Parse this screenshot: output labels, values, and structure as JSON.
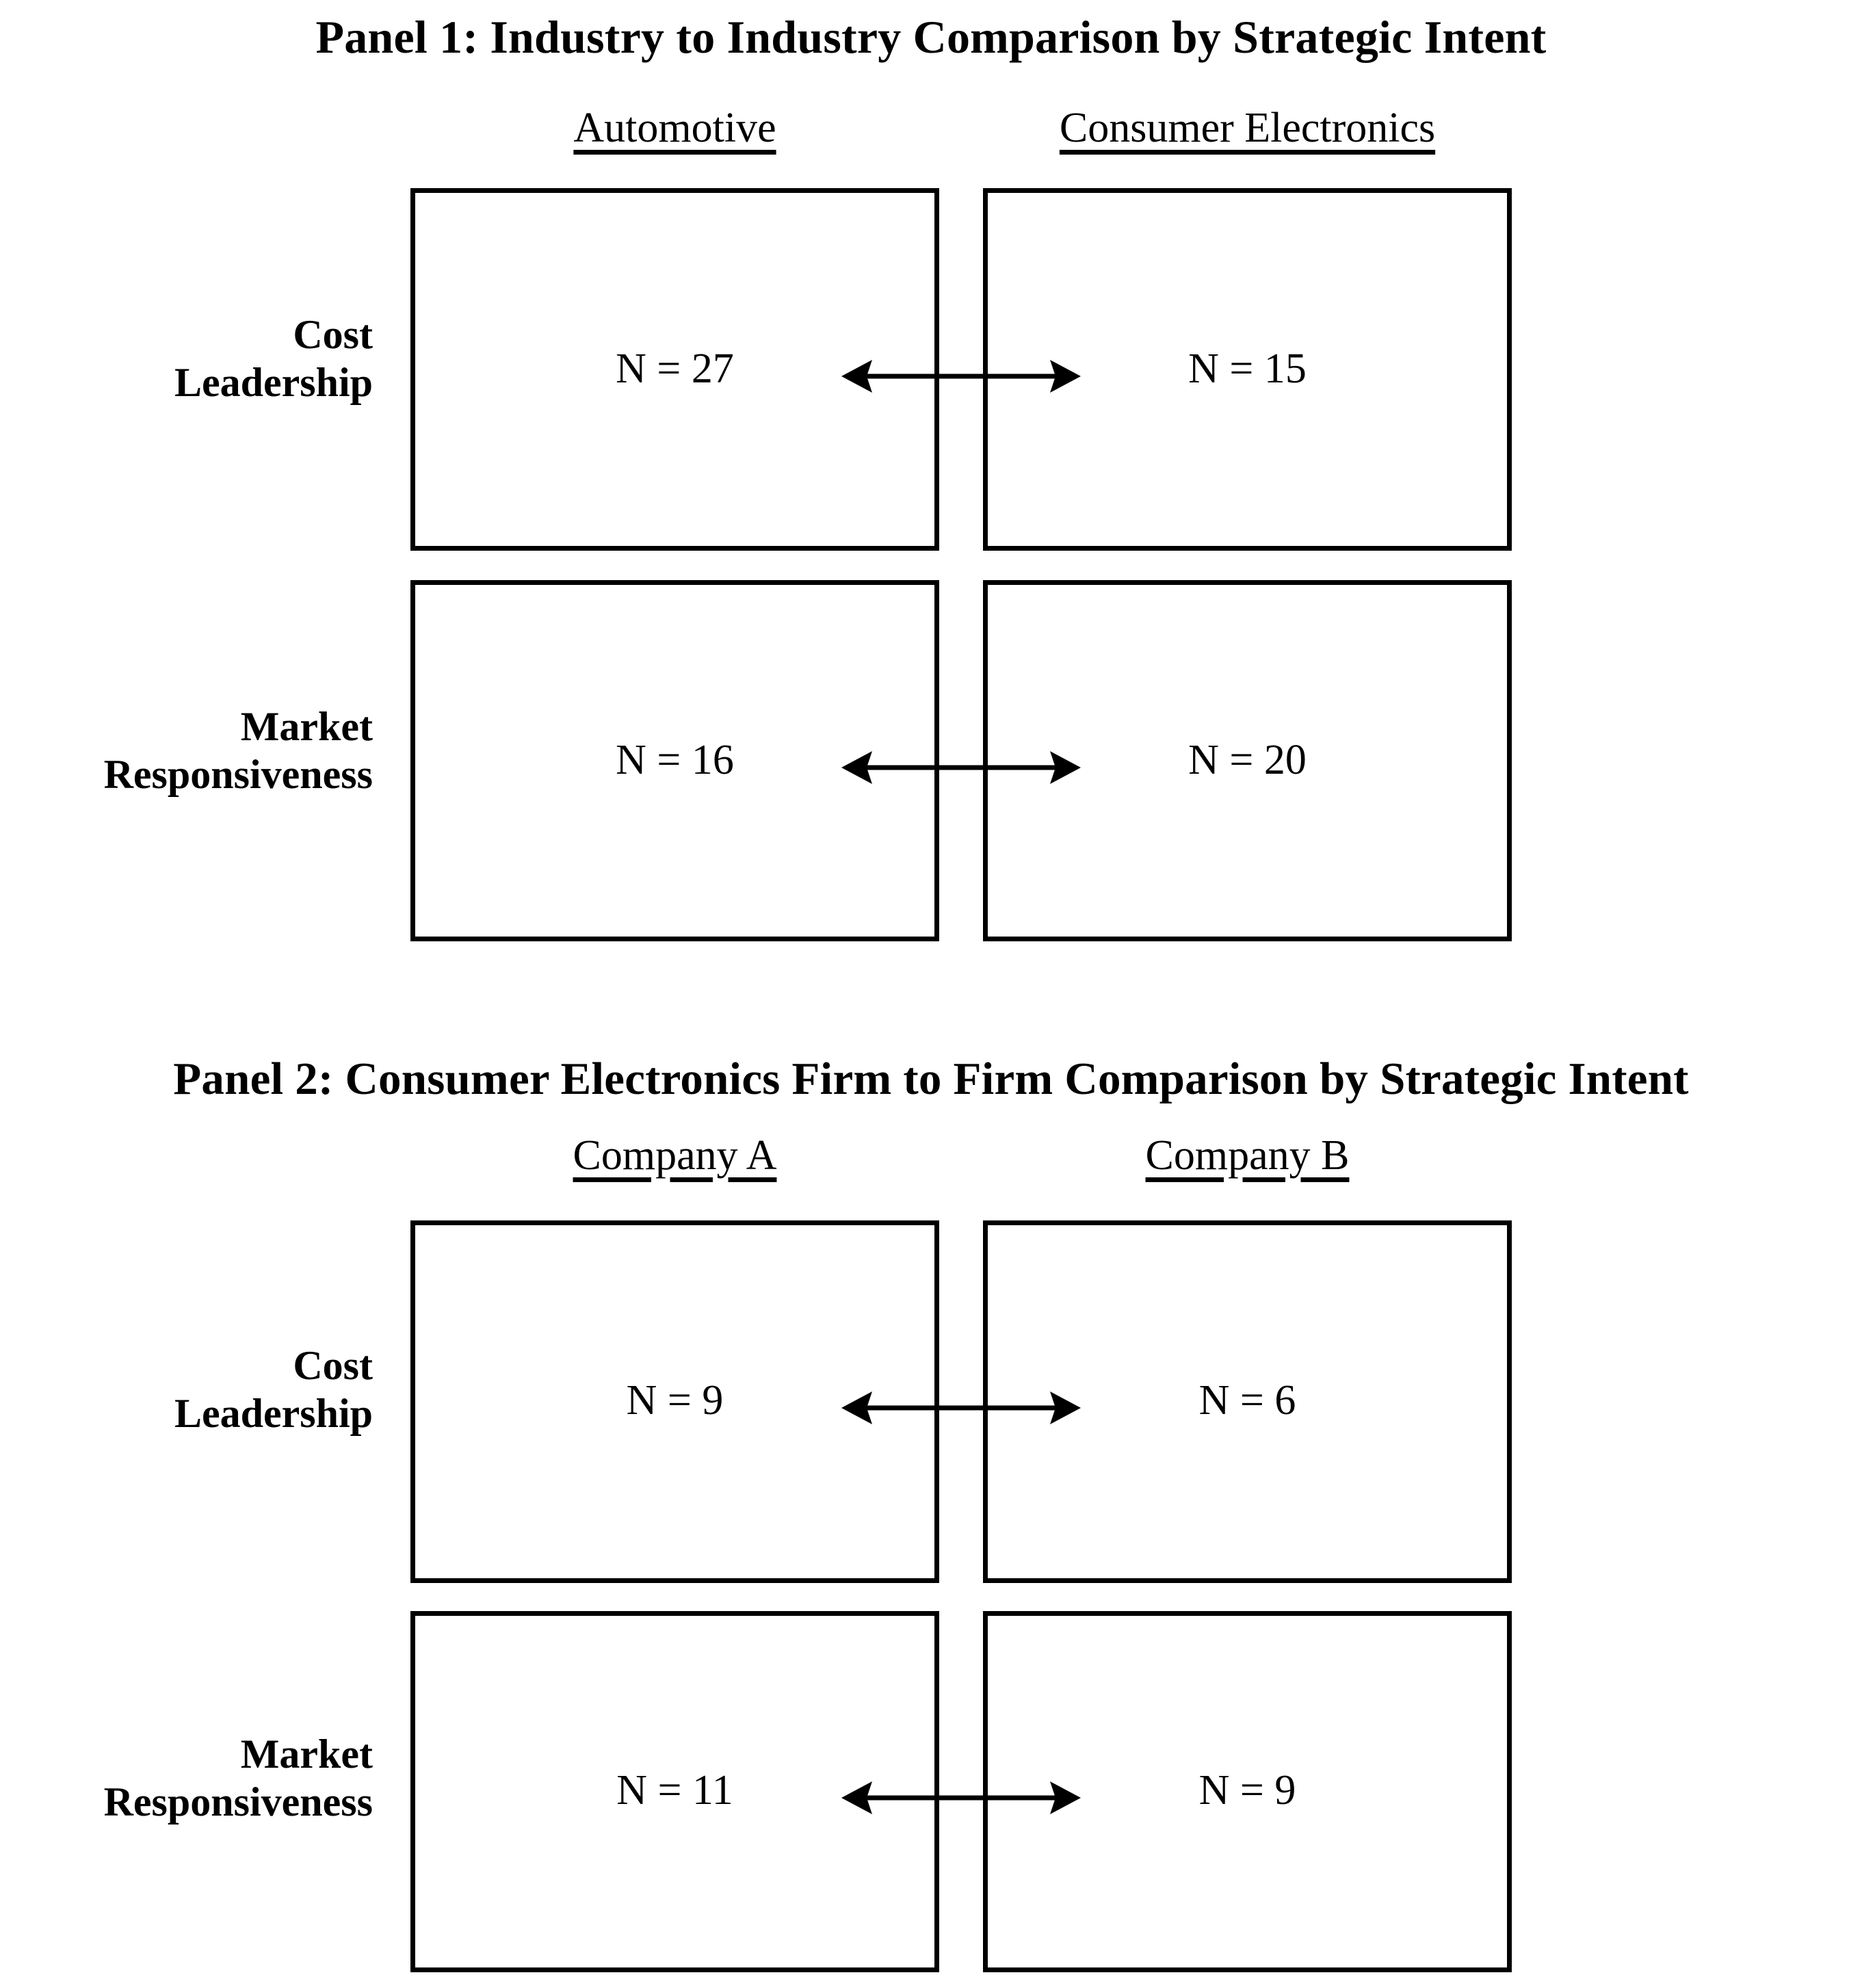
{
  "figure": {
    "type": "matrix-comparison-diagram",
    "background_color": "#ffffff",
    "line_color": "#000000"
  },
  "panels": [
    {
      "id": "panel-1",
      "title": "Panel 1: Industry to Industry Comparison by Strategic Intent",
      "columns": [
        {
          "label": "Automotive"
        },
        {
          "label": "Consumer Electronics"
        }
      ],
      "rows": [
        {
          "label_line1": "Cost",
          "label_line2": "Leadership",
          "cells": [
            {
              "value": "N = 27"
            },
            {
              "value": "N = 15"
            }
          ],
          "connector": "double-headed-arrow"
        },
        {
          "label_line1": "Market",
          "label_line2": "Responsiveness",
          "cells": [
            {
              "value": "N = 16"
            },
            {
              "value": "N = 20"
            }
          ],
          "connector": "double-headed-arrow"
        }
      ]
    },
    {
      "id": "panel-2",
      "title": "Panel 2: Consumer Electronics Firm to Firm Comparison by Strategic Intent",
      "columns": [
        {
          "label": "Company A"
        },
        {
          "label": "Company B"
        }
      ],
      "rows": [
        {
          "label_line1": "Cost",
          "label_line2": "Leadership",
          "cells": [
            {
              "value": "N = 9"
            },
            {
              "value": "N = 6"
            }
          ],
          "connector": "double-headed-arrow"
        },
        {
          "label_line1": "Market",
          "label_line2": "Responsiveness",
          "cells": [
            {
              "value": "N = 11"
            },
            {
              "value": "N = 9"
            }
          ],
          "connector": "double-headed-arrow"
        }
      ]
    }
  ],
  "chart_data": {
    "type": "table",
    "title": "Industry and Firm Comparison by Strategic Intent",
    "panels": [
      {
        "title": "Panel 1: Industry to Industry Comparison by Strategic Intent",
        "columns": [
          "Automotive",
          "Consumer Electronics"
        ],
        "rows": [
          "Cost Leadership",
          "Market Responsiveness"
        ],
        "values": [
          [
            27,
            15
          ],
          [
            16,
            20
          ]
        ]
      },
      {
        "title": "Panel 2: Consumer Electronics Firm to Firm Comparison by Strategic Intent",
        "columns": [
          "Company A",
          "Company B"
        ],
        "rows": [
          "Cost Leadership",
          "Market Responsiveness"
        ],
        "values": [
          [
            9,
            6
          ],
          [
            11,
            9
          ]
        ]
      }
    ]
  }
}
